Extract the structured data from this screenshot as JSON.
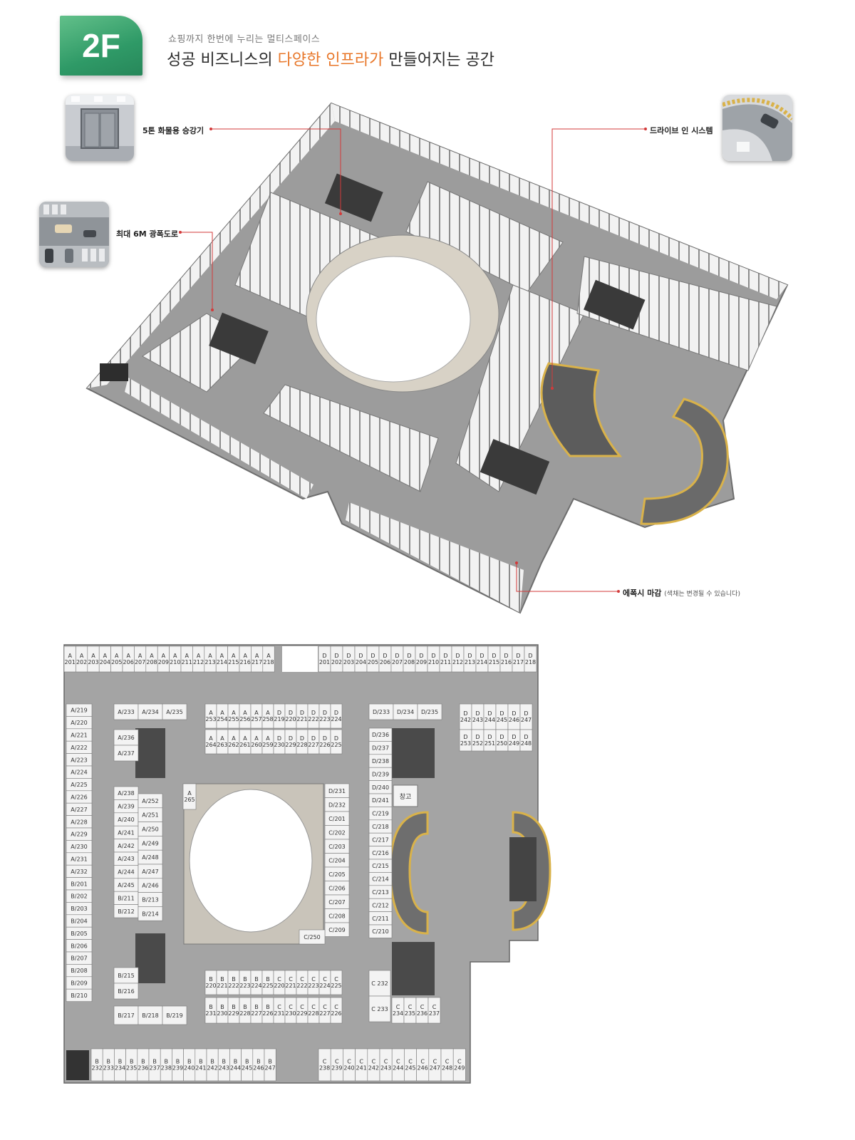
{
  "header": {
    "floor": "2F",
    "subtitle": "쇼핑까지 한번에 누리는 멀티스페이스",
    "title_pre": "성공 비즈니스의 ",
    "title_highlight": "다양한 인프라가",
    "title_post": " 만들어지는 공간"
  },
  "callouts": {
    "elevator": "5톤 화물용 승강기",
    "road": "최대 6M 광폭도로",
    "drive_in": "드라이브 인 시스템",
    "epoxy": "에폭시 마감",
    "epoxy_note": "(색채는 변경될 수 있습니다)"
  },
  "colors": {
    "accent": "#e8772a",
    "badge": "#2f9a67",
    "leader_line": "#d33a3a"
  },
  "plan": {
    "storage": "창고",
    "top_left": [
      "A 201",
      "A 202",
      "A 203",
      "A 204",
      "A 205",
      "A 206",
      "A 207",
      "A 208",
      "A 209",
      "A 210",
      "A 211",
      "A 212",
      "A 213",
      "A 214",
      "A 215",
      "A 216",
      "A 217",
      "A 218"
    ],
    "top_right": [
      "D 201",
      "D 202",
      "D 203",
      "D 204",
      "D 205",
      "D 206",
      "D 207",
      "D 208",
      "D 209",
      "D 210",
      "D 211",
      "D 212",
      "D 213",
      "D 214",
      "D 215",
      "D 216",
      "D 217",
      "D 218"
    ],
    "left_col": [
      "A/219",
      "A/220",
      "A/221",
      "A/222",
      "A/223",
      "A/224",
      "A/225",
      "A/226",
      "A/227",
      "A/228",
      "A/229",
      "A/230",
      "A/231",
      "A/232",
      "B/201",
      "B/202",
      "B/203",
      "B/204",
      "B/205",
      "B/206",
      "B/207",
      "B/208",
      "B/209",
      "B/210"
    ],
    "bottom_left": [
      "B 232",
      "B 233",
      "B 234",
      "B 235",
      "B 236",
      "B 237",
      "B 238",
      "B 239",
      "B 240",
      "B 241",
      "B 242",
      "B 243",
      "B 244",
      "B 245",
      "B 246",
      "B 247"
    ],
    "bottom_right": [
      "C 238",
      "C 239",
      "C 240",
      "C 241",
      "C 242",
      "C 243",
      "C 244",
      "C 245",
      "C 246",
      "C 247",
      "C 248",
      "C 249"
    ],
    "blk_a_top": [
      "A/233",
      "A/234",
      "A/235"
    ],
    "blk_a_mid": [
      "A/236",
      "A/237"
    ],
    "blk_a_col1": [
      "A/238",
      "A/239",
      "A/240",
      "A/241",
      "A/242",
      "A/243",
      "A/244",
      "A/245",
      "B/211",
      "B/212"
    ],
    "blk_a_col2": [
      "A/252",
      "A/251",
      "A/250",
      "A/249",
      "A/248",
      "A/247",
      "A/246",
      "B/213",
      "B/214"
    ],
    "blk_b_mid": [
      "B/215",
      "B/216"
    ],
    "blk_b_bot": [
      "B/217",
      "B/218",
      "B/219"
    ],
    "ad_top_row": [
      "A 253",
      "A 254",
      "A 255",
      "A 256",
      "A 257",
      "A 258",
      "D 219",
      "D 220",
      "D 221",
      "D 222",
      "D 223",
      "D 224"
    ],
    "ad_bot_row": [
      "A 264",
      "A 263",
      "A 262",
      "A 261",
      "A 260",
      "A 259",
      "D 230",
      "D 229",
      "D 228",
      "D 227",
      "D 226",
      "D 225"
    ],
    "a265": "A 265",
    "court_right": [
      "D/231",
      "D/232",
      "C/201",
      "C/202",
      "C/203",
      "C/204",
      "C/205",
      "C/206",
      "C/207",
      "C/208",
      "C/209"
    ],
    "c250": "C/250",
    "bc_top_row": [
      "B 220",
      "B 221",
      "B 222",
      "B 223",
      "B 224",
      "B 225",
      "C 220",
      "C 221",
      "C 222",
      "C 223",
      "C 224",
      "C 225"
    ],
    "bc_bot_row": [
      "B 231",
      "B 230",
      "B 229",
      "B 228",
      "B 227",
      "B 226",
      "C 231",
      "C 230",
      "C 229",
      "C 228",
      "C 227",
      "C 226"
    ],
    "d_top": [
      "D/233",
      "D/234",
      "D/235"
    ],
    "d_col": [
      "D/236",
      "D/237",
      "D/238",
      "D/239",
      "D/240",
      "D/241",
      "C/219",
      "C/218",
      "C/217",
      "C/216",
      "C/215",
      "C/214",
      "C/213",
      "C/212",
      "C/211",
      "C/210"
    ],
    "c_bot": [
      "C 232",
      "C 233"
    ],
    "c_bot_row": [
      "C 234",
      "C 235",
      "C 236",
      "C 237"
    ],
    "d_right_top": [
      "D 242",
      "D 243",
      "D 244",
      "D 245",
      "D 246",
      "D 247"
    ],
    "d_right_bot": [
      "D 253",
      "D 252",
      "D 251",
      "D 250",
      "D 249",
      "D 248"
    ]
  }
}
